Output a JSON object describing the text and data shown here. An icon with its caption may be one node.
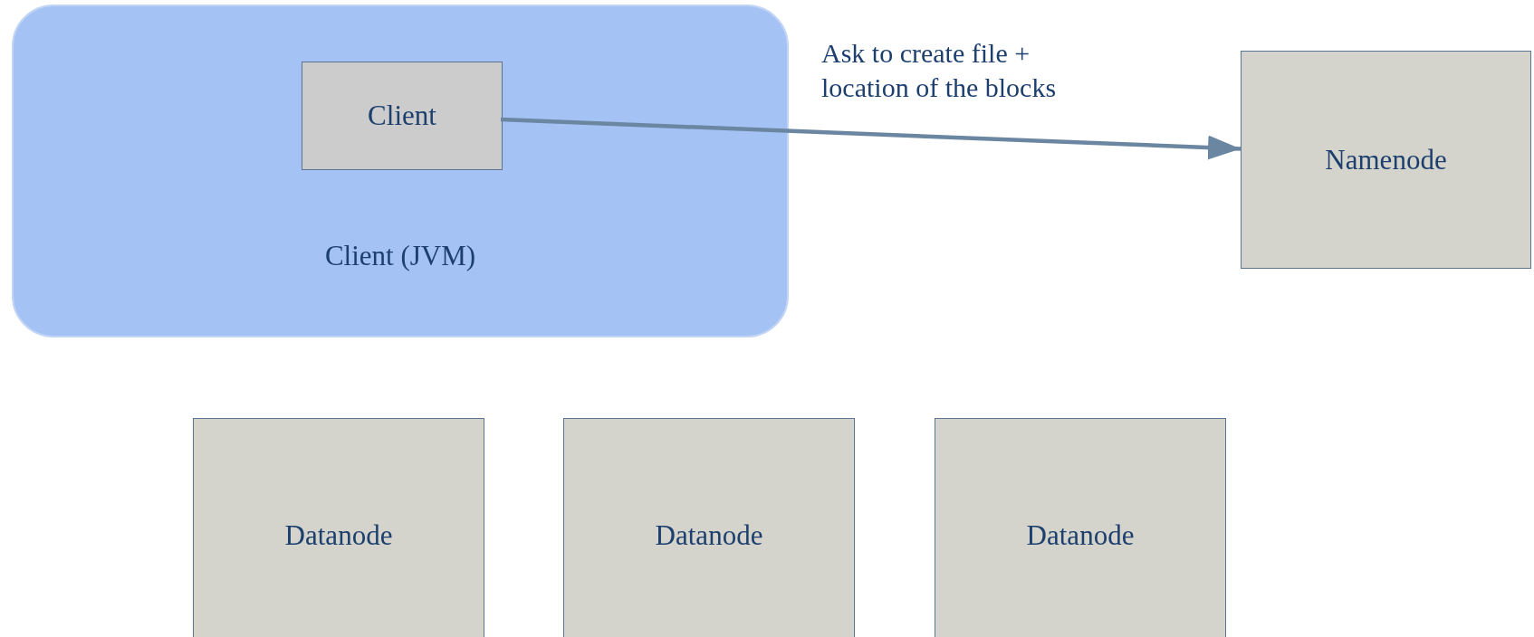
{
  "diagram": {
    "nodes": [
      {
        "text": [
          "Client (JVM)"
        ]
      },
      {
        "text": [
          "Client"
        ],
        "in": 0
      },
      {
        "text": [
          "Namenode"
        ]
      },
      {
        "text": [
          "Datanode"
        ]
      },
      {
        "text": [
          "Datanode"
        ]
      },
      {
        "text": [
          "Datanode"
        ]
      }
    ],
    "edges": [
      {
        "from": 1,
        "to": 2,
        "arrow": "to",
        "label": "Ask to create file + location of the blocks"
      }
    ]
  }
}
